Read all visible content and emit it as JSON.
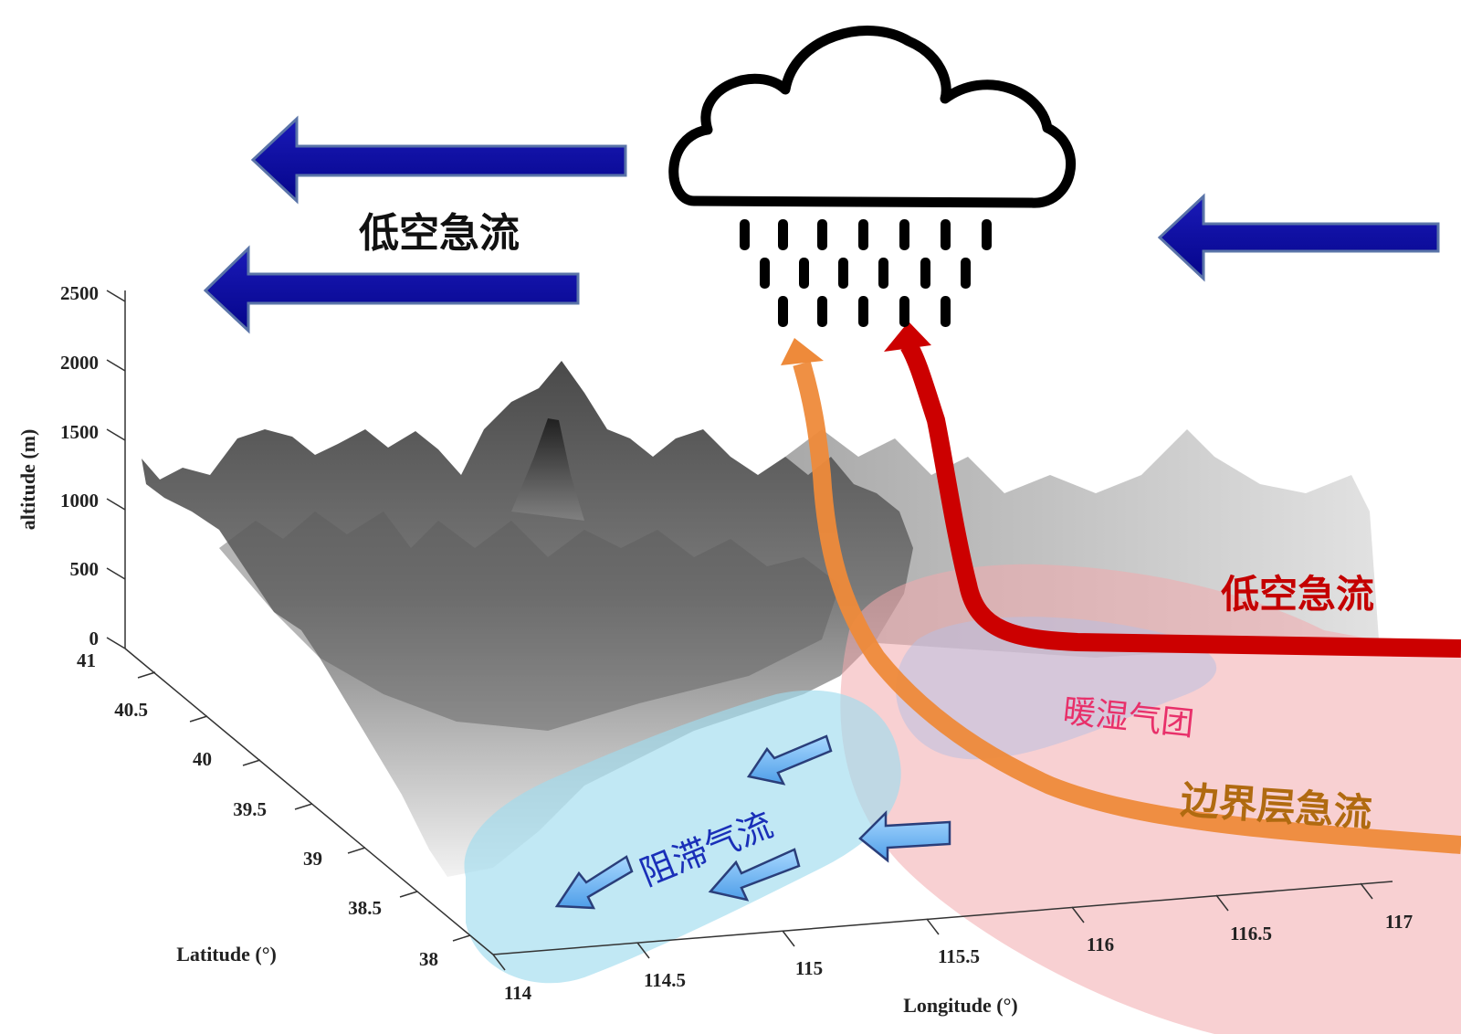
{
  "axes": {
    "z_label": "altitude (m)",
    "z_ticks": [
      "0",
      "500",
      "1000",
      "1500",
      "2000",
      "2500"
    ],
    "y_label": "Latitude (°)",
    "y_ticks": [
      "38",
      "38.5",
      "39",
      "39.5",
      "40",
      "40.5",
      "41"
    ],
    "x_label": "Longitude (°)",
    "x_ticks": [
      "114",
      "114.5",
      "115",
      "115.5",
      "116",
      "116.5",
      "117"
    ]
  },
  "labels": {
    "upper_jet": "低空急流",
    "low_level_jet": "低空急流",
    "warm_moist_air": "暖湿气团",
    "boundary_layer_jet": "边界层急流",
    "blocked_flow": "阻滞气流"
  },
  "icons": {
    "cloud": "rain-cloud-icon",
    "wind_arrow": "left-arrow-icon"
  },
  "colors": {
    "jet_arrow_blue": "#0a0a9e",
    "low_level_jet_red": "#cc0000",
    "boundary_layer_jet_orange": "#ee8a3a",
    "warm_air_pink": "#f2a9ad",
    "blocked_flow_cyan": "#9fdcee",
    "terrain_gray": "#6a6a6a"
  }
}
